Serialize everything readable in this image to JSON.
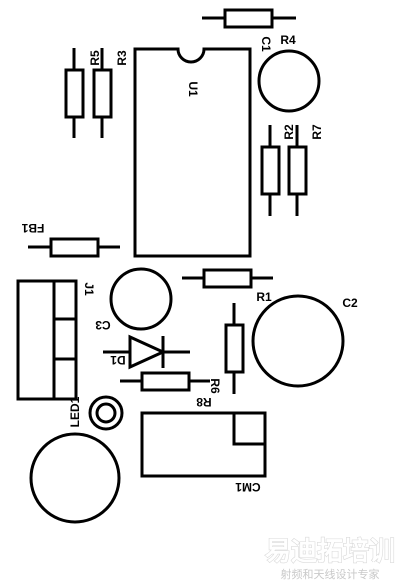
{
  "labels": {
    "r1": "R1",
    "r2": "R2",
    "r3": "R3",
    "r4": "R4",
    "r5": "R5",
    "r6": "R6",
    "r7": "R7",
    "r8": "R8",
    "c1": "C1",
    "c2": "C2",
    "c3": "C3",
    "u1": "U1",
    "fb1": "FB1",
    "d1": "D1",
    "j1": "J1",
    "led1": "LED1",
    "cm1": "CM1"
  },
  "watermark": {
    "title": "易迪拓培训",
    "subtitle": "射频和天线设计专家"
  }
}
